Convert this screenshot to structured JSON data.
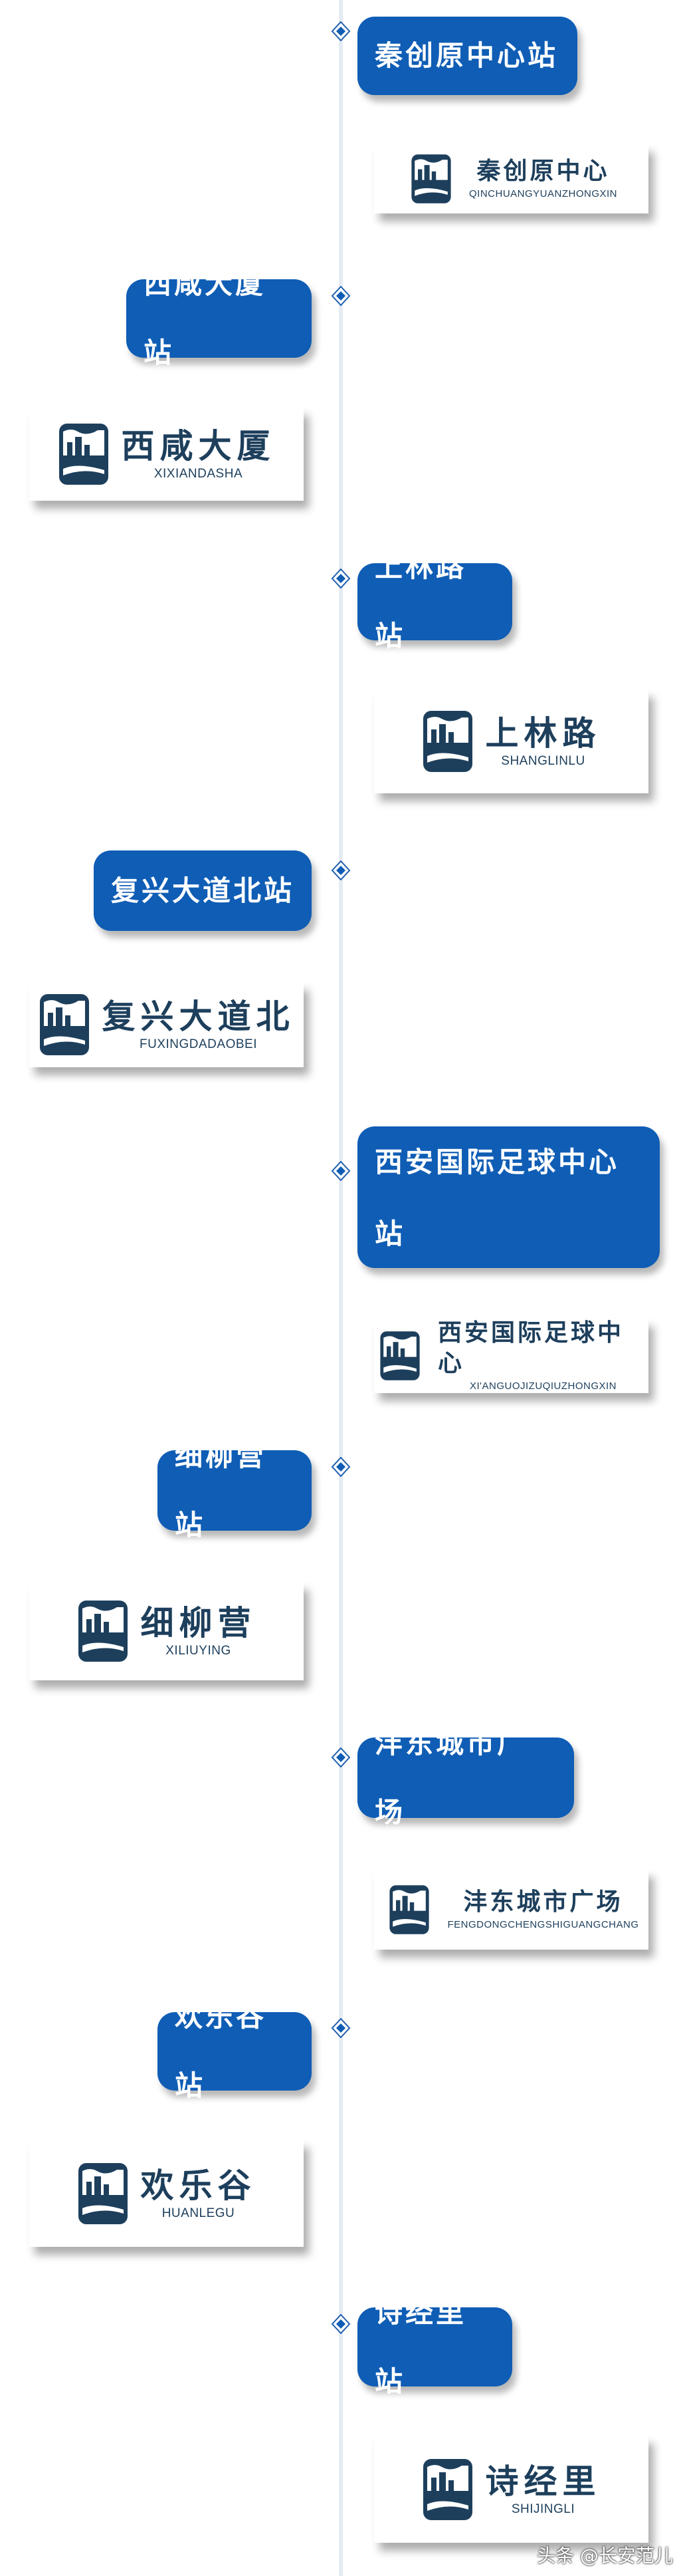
{
  "colors": {
    "bubble": "#0f5db5",
    "logo": "#1d3f5c",
    "timeline": "#e6ebf3"
  },
  "stations": [
    {
      "label": "秦创原中心站",
      "logo_cn": "秦创原中心",
      "logo_pinyin": "QINCHUANGYUANZHONGXIN",
      "side": "right"
    },
    {
      "label": "西咸大厦站",
      "logo_cn": "西咸大厦",
      "logo_pinyin": "XIXIANDASHA",
      "side": "left"
    },
    {
      "label": "上林路站",
      "logo_cn": "上林路",
      "logo_pinyin": "SHANGLINLU",
      "side": "right"
    },
    {
      "label": "复兴大道北站",
      "logo_cn": "复兴大道北",
      "logo_pinyin": "FUXINGDADAOBEI",
      "side": "left"
    },
    {
      "label": "西安国际足球中心站",
      "logo_cn": "西安国际足球中心",
      "logo_pinyin": "XI'ANGUOJIZUQIUZHONGXIN",
      "side": "right"
    },
    {
      "label": "细柳营站",
      "logo_cn": "细柳营",
      "logo_pinyin": "XILIUYING",
      "side": "left"
    },
    {
      "label": "沣东城市广场",
      "logo_cn": "沣东城市广场",
      "logo_pinyin": "FENGDONGCHENGSHIGUANGCHANG",
      "side": "right"
    },
    {
      "label": "欢乐谷站",
      "logo_cn": "欢乐谷",
      "logo_pinyin": "HUANLEGU",
      "side": "left"
    },
    {
      "label": "诗经里站",
      "logo_cn": "诗经里",
      "logo_pinyin": "SHIJINGLI",
      "side": "right"
    }
  ],
  "watermark": "头条 @长安范儿"
}
